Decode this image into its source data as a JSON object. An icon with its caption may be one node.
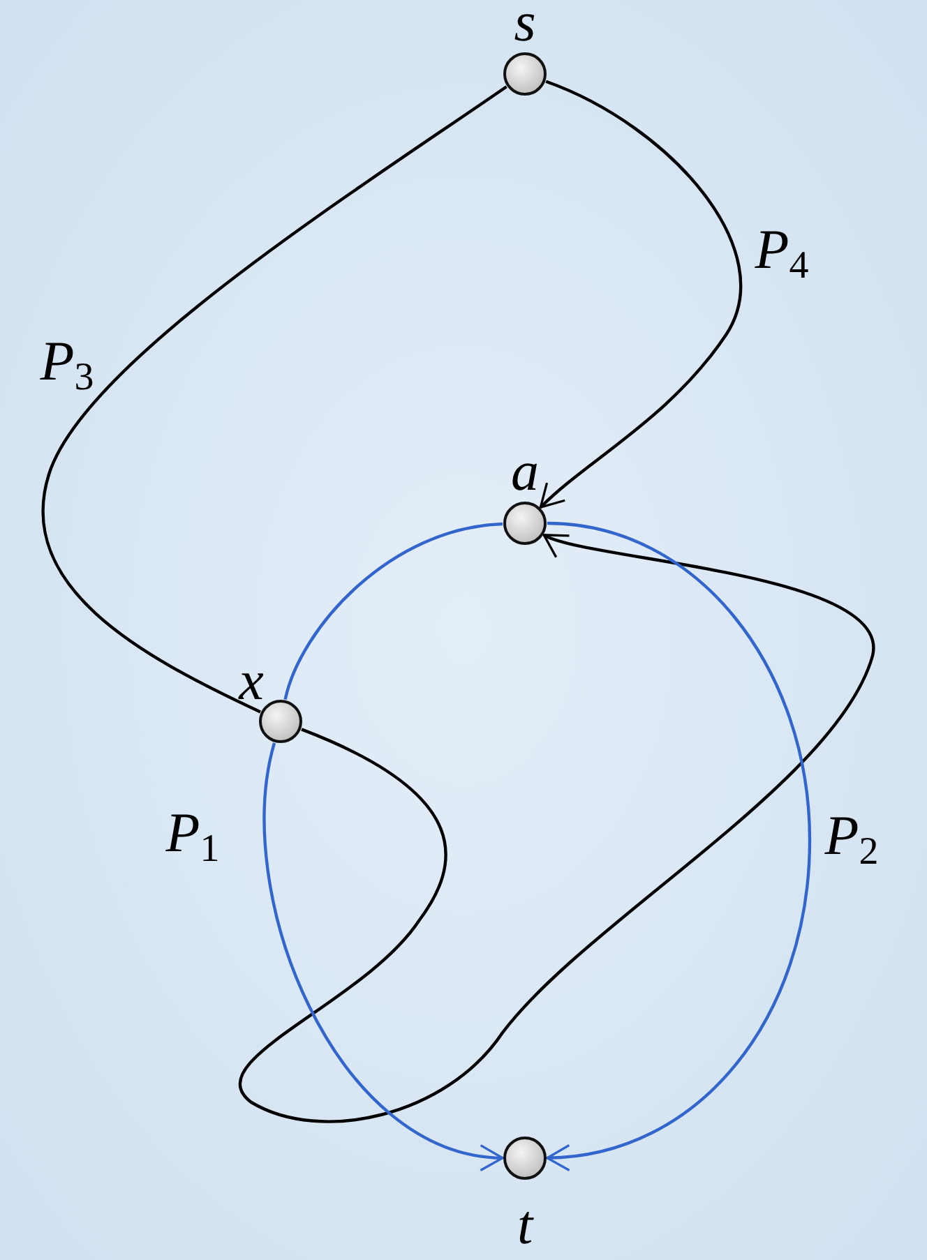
{
  "diagram": {
    "nodes": [
      {
        "text": [],
        "shape": "circle",
        "beside": [
          "s"
        ]
      },
      {
        "text": [],
        "shape": "circle",
        "beside": [
          "a"
        ]
      },
      {
        "text": [],
        "shape": "circle",
        "beside": [
          "x"
        ]
      },
      {
        "text": [],
        "shape": "circle",
        "beside": [
          "t"
        ]
      }
    ],
    "edges": [
      {
        "from": 0,
        "to": 2,
        "arrow": "none",
        "label": "P$_{3}$"
      },
      {
        "from": 2,
        "to": 1,
        "arrow": "to"
      },
      {
        "from": 0,
        "to": 1,
        "arrow": "to",
        "label": "P$_{4}$"
      },
      {
        "from": 1,
        "to": 2,
        "arrow": "none",
        "color": "#3366cc"
      },
      {
        "from": 2,
        "to": 3,
        "arrow": "to",
        "label": "P$_{1}$",
        "color": "#3366cc"
      },
      {
        "from": 1,
        "to": 3,
        "arrow": "to",
        "label": "P$_{2}$",
        "color": "#3366cc"
      }
    ]
  }
}
